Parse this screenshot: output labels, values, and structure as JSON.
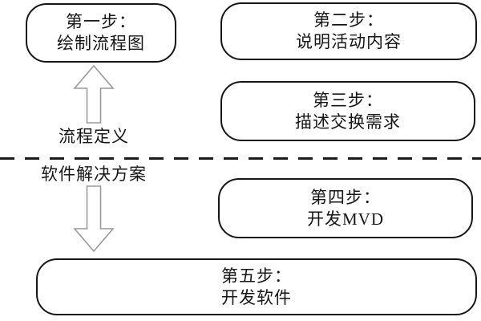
{
  "diagram": {
    "title_semantic": "five-step process flow diagram",
    "boxes": {
      "step1": {
        "line1": "第一步：",
        "line2": "绘制流程图"
      },
      "step2": {
        "line1": "第二步：",
        "line2": "说明活动内容"
      },
      "step3": {
        "line1": "第三步：",
        "line2": "描述交换需求"
      },
      "step4": {
        "line1": "第四步：",
        "line2": "开发MVD"
      },
      "step5": {
        "line1": "第五步：",
        "line2": "开发软件"
      }
    },
    "labels": {
      "process_definition": "流程定义",
      "software_solution": "软件解决方案"
    },
    "icons": {
      "up_arrow": "hollow-up-arrow",
      "down_arrow": "hollow-down-arrow"
    },
    "colors": {
      "background": "#ffffff",
      "box_border": "#161616",
      "text": "#161616",
      "arrow_stroke": "#9a9a9a",
      "arrow_fill": "#ffffff",
      "divider": "#1a1a1a"
    }
  }
}
